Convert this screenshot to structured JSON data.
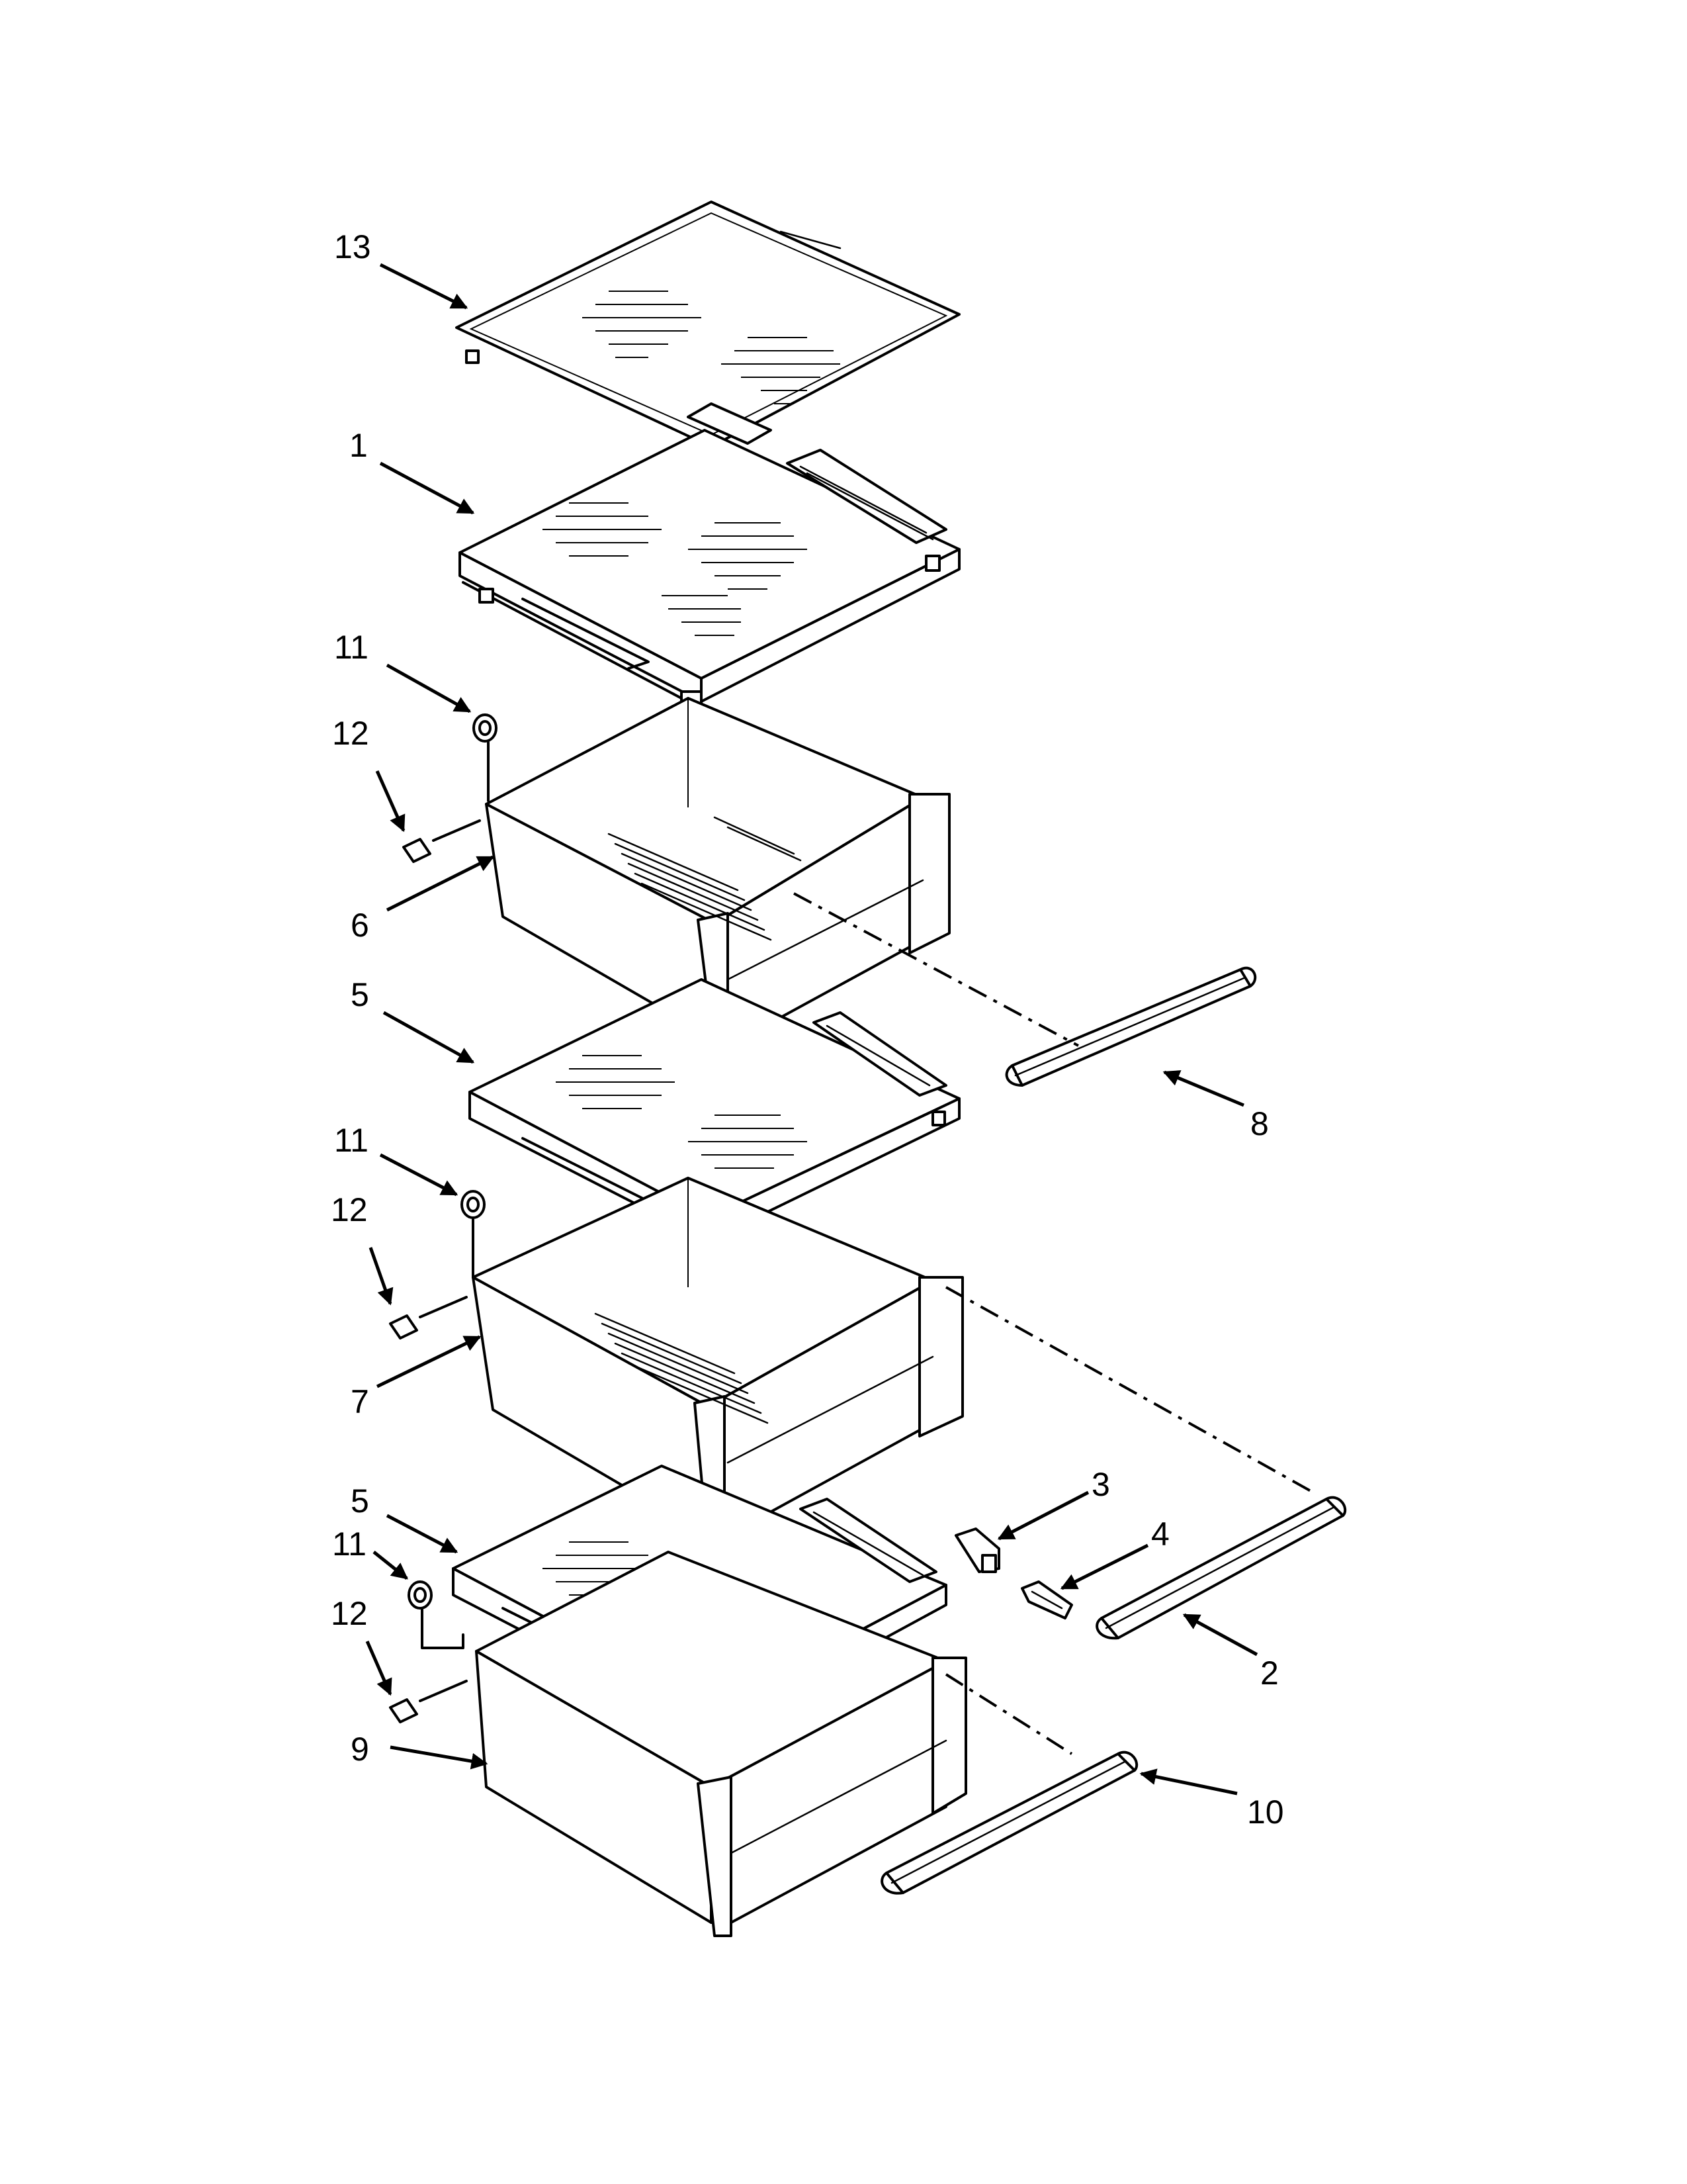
{
  "callouts": [
    {
      "id": "13",
      "label": "13"
    },
    {
      "id": "1",
      "label": "1"
    },
    {
      "id": "11a",
      "label": "11"
    },
    {
      "id": "12a",
      "label": "12"
    },
    {
      "id": "6",
      "label": "6"
    },
    {
      "id": "5a",
      "label": "5"
    },
    {
      "id": "8",
      "label": "8"
    },
    {
      "id": "11b",
      "label": "11"
    },
    {
      "id": "12b",
      "label": "12"
    },
    {
      "id": "7",
      "label": "7"
    },
    {
      "id": "3",
      "label": "3"
    },
    {
      "id": "4",
      "label": "4"
    },
    {
      "id": "5b",
      "label": "5"
    },
    {
      "id": "11c",
      "label": "11"
    },
    {
      "id": "12c",
      "label": "12"
    },
    {
      "id": "2",
      "label": "2"
    },
    {
      "id": "9",
      "label": "9"
    },
    {
      "id": "10",
      "label": "10"
    }
  ],
  "colors": {
    "line": "#000000",
    "background": "#ffffff"
  }
}
